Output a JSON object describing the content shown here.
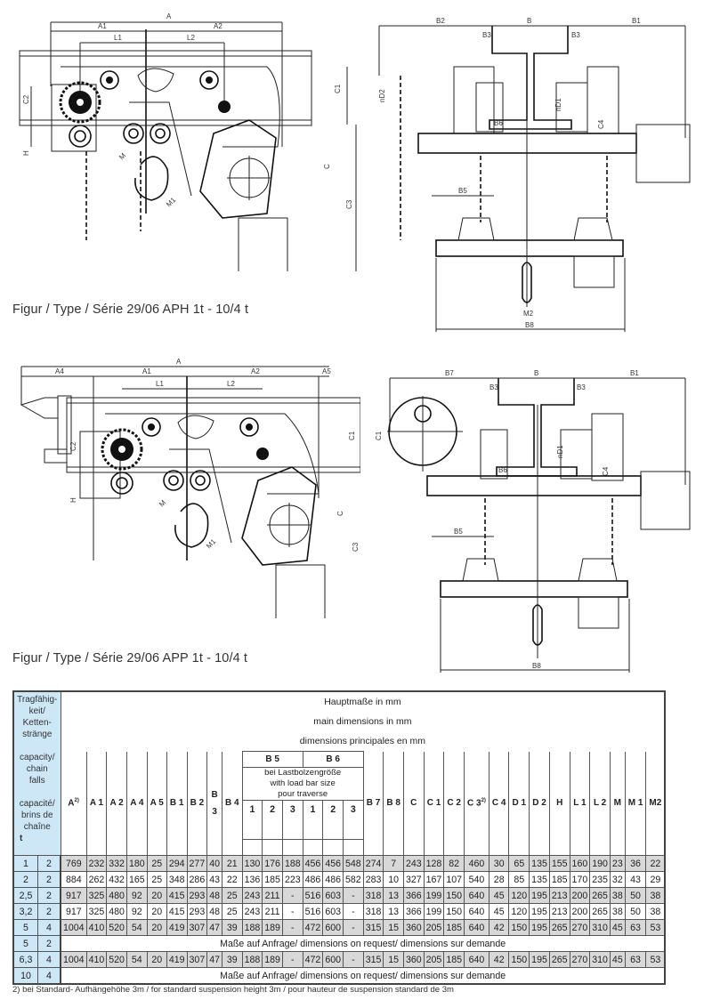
{
  "figures": [
    {
      "caption": "Figur / Type / Série 29/06 APH   1t - 10/4 t",
      "side_labels": {
        "A": "A",
        "A1": "A1",
        "A2": "A2",
        "L1": "L1",
        "L2": "L2",
        "C1": "C1",
        "C2": "C2",
        "C": "C",
        "C3": "C3",
        "H": "H",
        "M": "M",
        "M1": "M1"
      },
      "front_labels": {
        "B2": "B2",
        "B": "B",
        "B1": "B1",
        "B3a": "B3",
        "B3b": "B3",
        "D2": "nD2",
        "D1": "nD1",
        "B6": "B6",
        "C4": "C4",
        "B5": "B5",
        "M2": "M2",
        "B8": "B8"
      }
    },
    {
      "caption": "Figur / Type / Série 29/06 APP   1t - 10/4 t",
      "side_labels": {
        "A": "A",
        "A4": "A4",
        "A1": "A1",
        "A2": "A2",
        "A5": "A5",
        "L1": "L1",
        "L2": "L2",
        "C1": "C1",
        "C2": "C2",
        "C": "C",
        "C3": "C3",
        "H": "H",
        "M": "M",
        "M1": "M1"
      },
      "front_labels": {
        "B7": "B7",
        "B": "B",
        "B1": "B1",
        "B3a": "B3",
        "B3b": "B3",
        "D1": "nD1",
        "B6": "B6",
        "C4": "C4",
        "B5": "B5",
        "C1": "C1",
        "B8": "B8"
      }
    }
  ],
  "table": {
    "left_header": [
      "Tragfähig-",
      "keit/",
      "Ketten-",
      "stränge",
      "",
      "capacity/",
      "chain",
      "falls",
      "",
      "capacité/",
      "brins de",
      "chaîne"
    ],
    "unit_t": "t",
    "title_lines": [
      "Hauptmaße  in mm",
      "main dimensions in mm",
      "dimensions principales en mm"
    ],
    "group_b5": "B 5",
    "group_b6": "B 6",
    "group_sub": [
      "bei Lastbolzengröße",
      "with load bar size",
      "pour traverse"
    ],
    "sub_cols": [
      "1",
      "2",
      "3",
      "1",
      "2",
      "3"
    ],
    "columns_before": [
      "A",
      "A 1",
      "A 2",
      "A 4",
      "A 5",
      "B 1",
      "B 2",
      "B",
      "B 4"
    ],
    "col_a_sup": "2)",
    "col_b_sub": "3",
    "columns_after": [
      "B 7",
      "B 8",
      "C",
      "C 1",
      "C 2",
      "C 3",
      "C 4",
      "D 1",
      "D 2",
      "H",
      "L 1",
      "L 2",
      "M",
      "M 1",
      "M2"
    ],
    "col_c3_sup": "2)",
    "rows": [
      {
        "cap": "1",
        "falls": "2",
        "shade": "grey",
        "values": [
          "769",
          "232",
          "332",
          "180",
          "25",
          "294",
          "277",
          "40",
          "21",
          "130",
          "176",
          "188",
          "456",
          "456",
          "548",
          "274",
          "7",
          "243",
          "128",
          "82",
          "460",
          "30",
          "65",
          "135",
          "155",
          "160",
          "190",
          "23",
          "36",
          "22"
        ]
      },
      {
        "cap": "2",
        "falls": "2",
        "shade": "white",
        "values": [
          "884",
          "262",
          "432",
          "165",
          "25",
          "348",
          "286",
          "43",
          "22",
          "136",
          "185",
          "223",
          "486",
          "486",
          "582",
          "283",
          "10",
          "327",
          "167",
          "107",
          "540",
          "28",
          "85",
          "135",
          "185",
          "170",
          "235",
          "32",
          "43",
          "29"
        ]
      },
      {
        "cap": "2,5",
        "falls": "2",
        "shade": "grey",
        "values": [
          "917",
          "325",
          "480",
          "92",
          "20",
          "415",
          "293",
          "48",
          "25",
          "243",
          "211",
          "-",
          "516",
          "603",
          "-",
          "318",
          "13",
          "366",
          "199",
          "150",
          "640",
          "45",
          "120",
          "195",
          "213",
          "200",
          "265",
          "38",
          "50",
          "38"
        ]
      },
      {
        "cap": "3,2",
        "falls": "2",
        "shade": "white",
        "values": [
          "917",
          "325",
          "480",
          "92",
          "20",
          "415",
          "293",
          "48",
          "25",
          "243",
          "211",
          "-",
          "516",
          "603",
          "-",
          "318",
          "13",
          "366",
          "199",
          "150",
          "640",
          "45",
          "120",
          "195",
          "213",
          "200",
          "265",
          "38",
          "50",
          "38"
        ]
      },
      {
        "cap": "5",
        "falls": "4",
        "shade": "grey",
        "values": [
          "1004",
          "410",
          "520",
          "54",
          "20",
          "419",
          "307",
          "47",
          "39",
          "188",
          "189",
          "-",
          "472",
          "600",
          "-",
          "315",
          "15",
          "360",
          "205",
          "185",
          "640",
          "42",
          "150",
          "195",
          "265",
          "270",
          "310",
          "45",
          "63",
          "53"
        ]
      },
      {
        "cap": "5",
        "falls": "2",
        "shade": "white",
        "request": "Maße auf Anfrage/ dimensions on request/ dimensions sur demande"
      },
      {
        "cap": "6,3",
        "falls": "4",
        "shade": "grey",
        "values": [
          "1004",
          "410",
          "520",
          "54",
          "20",
          "419",
          "307",
          "47",
          "39",
          "188",
          "189",
          "-",
          "472",
          "600",
          "-",
          "315",
          "15",
          "360",
          "205",
          "185",
          "640",
          "42",
          "150",
          "195",
          "265",
          "270",
          "310",
          "45",
          "63",
          "53"
        ]
      },
      {
        "cap": "10",
        "falls": "4",
        "shade": "white",
        "request": "Maße auf Anfrage/ dimensions on request/ dimensions sur demande"
      }
    ],
    "footnote": "2) bei Standard- Aufhängehöhe 3m / for standard suspension height 3m / pour hauteur de suspension standard de 3m"
  },
  "colors": {
    "header_blue": "#cde7f7",
    "row_grey": "#d8d8d8",
    "line": "#222222"
  }
}
